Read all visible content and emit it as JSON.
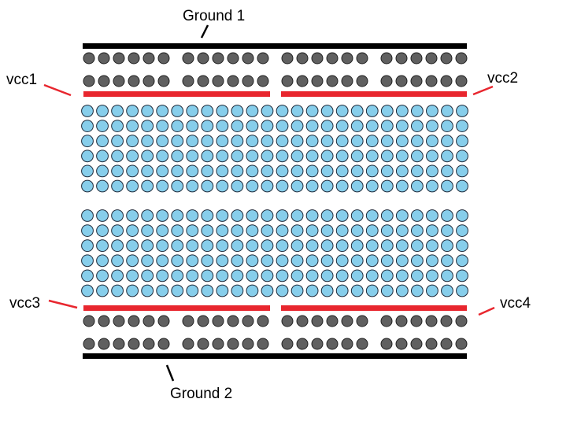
{
  "labels": {
    "ground_top": "Ground 1",
    "ground_bottom": "Ground 2",
    "vcc1": "vcc1",
    "vcc2": "vcc2",
    "vcc3": "vcc3",
    "vcc4": "vcc4"
  },
  "colors": {
    "ground_rail": "#000000",
    "vcc_rail": "#e8262e",
    "pin_hole": "#606060",
    "pin_hole_stroke": "#202020",
    "terminal_hole": "#87ceeb",
    "terminal_hole_stroke": "#1e2a3a",
    "leader_line_red": "#e8262e",
    "leader_line_black": "#000000"
  },
  "board": {
    "terminal_columns": 26,
    "terminal_rows_per_block": 6,
    "terminal_blocks": 2,
    "power_rows_per_strip": 2,
    "power_groups_per_row": 4,
    "power_holes_per_group": 6
  }
}
